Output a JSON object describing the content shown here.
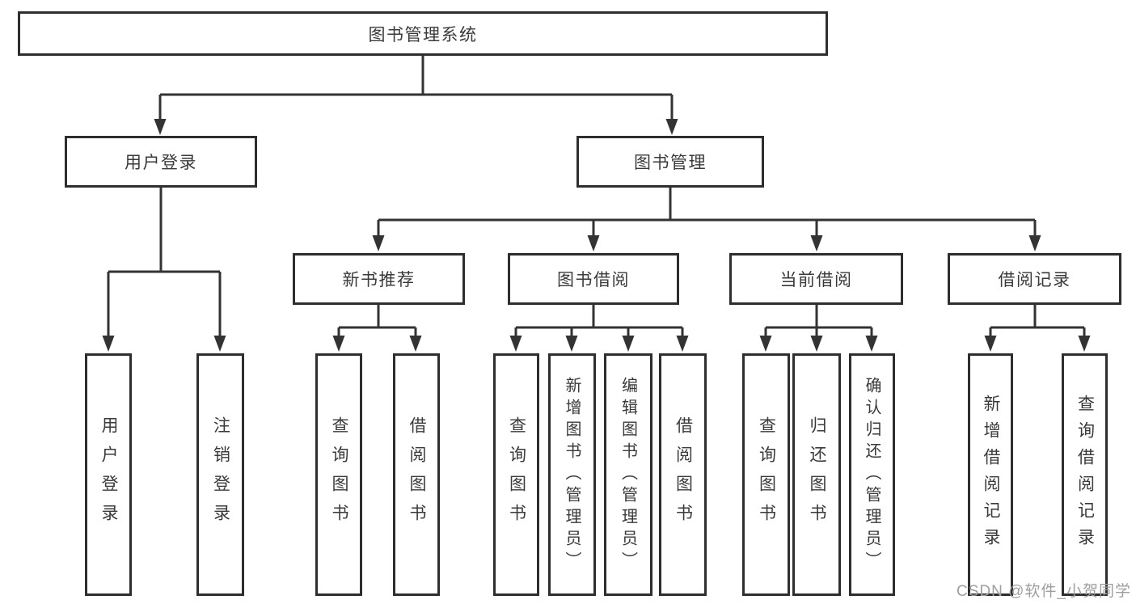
{
  "diagram_type": "hierarchy-tree",
  "tree": {
    "label": "图书管理系统",
    "children": [
      {
        "label": "用户登录",
        "children": [
          {
            "label": "用户登录"
          },
          {
            "label": "注销登录"
          }
        ]
      },
      {
        "label": "图书管理",
        "children": [
          {
            "label": "新书推荐",
            "children": [
              {
                "label": "查询图书"
              },
              {
                "label": "借阅图书"
              }
            ]
          },
          {
            "label": "图书借阅",
            "children": [
              {
                "label": "查询图书"
              },
              {
                "label": "新增图书（管理员）"
              },
              {
                "label": "编辑图书（管理员）"
              },
              {
                "label": "借阅图书"
              }
            ]
          },
          {
            "label": "当前借阅",
            "children": [
              {
                "label": "查询图书"
              },
              {
                "label": "归还图书"
              },
              {
                "label": "确认归还（管理员）"
              }
            ]
          },
          {
            "label": "借阅记录",
            "children": [
              {
                "label": "新增借阅记录"
              },
              {
                "label": "查询借阅记录"
              }
            ]
          }
        ]
      }
    ]
  },
  "watermark": {
    "text": "CSDN @软件_小贺同学"
  },
  "colors": {
    "line": "#333333",
    "box_border": "#2e2e2e",
    "text": "#3a3a3a",
    "watermark": "#9e9e9e",
    "background": "#ffffff"
  }
}
